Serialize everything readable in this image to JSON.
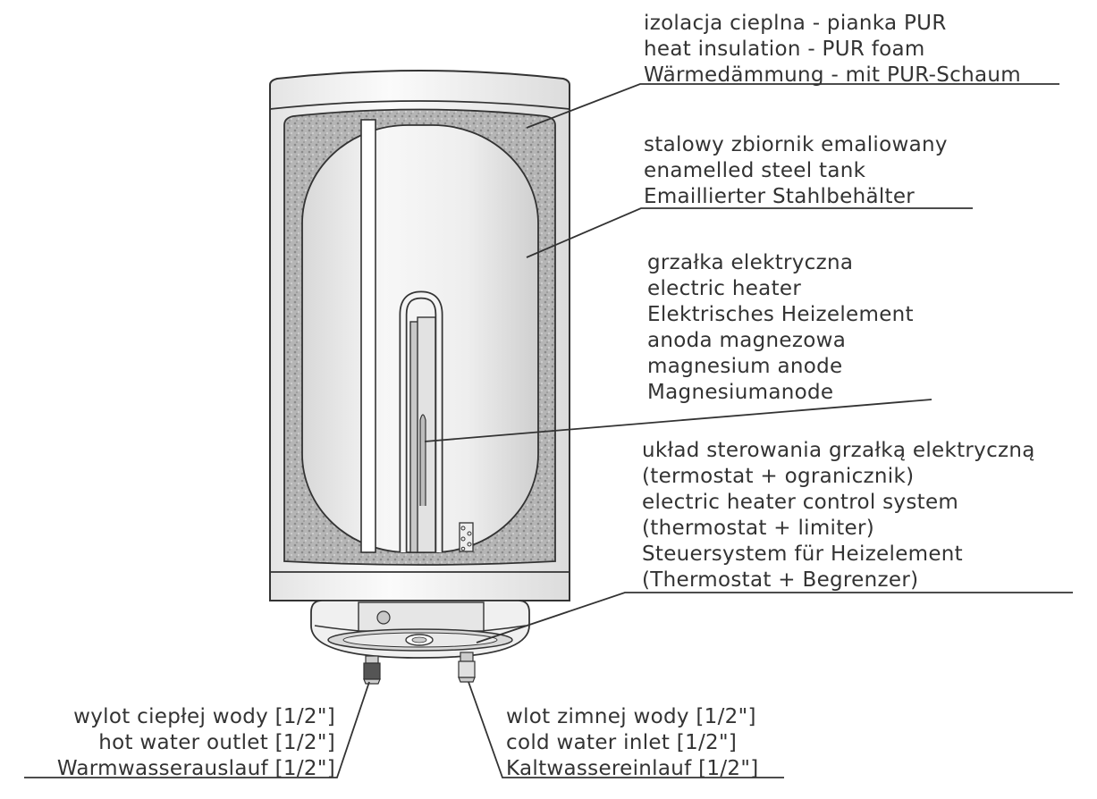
{
  "labels": {
    "insulation": [
      "izolacja cieplna - pianka PUR",
      "heat insulation - PUR foam",
      "Wärmedämmung - mit PUR-Schaum"
    ],
    "tank": [
      "stalowy zbiornik emaliowany",
      "enamelled steel tank",
      "Emaillierter Stahlbehälter"
    ],
    "heater": [
      "grzałka elektryczna",
      "electric heater",
      "Elektrisches Heizelement",
      "anoda magnezowa",
      "magnesium anode",
      "Magnesiumanode"
    ],
    "control": [
      "układ sterowania grzałką elektryczną",
      "(termostat + ogranicznik)",
      "electric heater control system",
      "(thermostat + limiter)",
      "Steuersystem für Heizelement",
      "(Thermostat + Begrenzer)"
    ],
    "hot_outlet": [
      "wylot ciepłej wody [1/2\"]",
      "hot water outlet [1/2\"]",
      "Warmwasserauslauf [1/2\"]"
    ],
    "cold_inlet": [
      "wlot zimnej wody [1/2\"]",
      "cold water inlet [1/2\"]",
      "Kaltwassereinlauf [1/2\"]"
    ]
  },
  "colors": {
    "outline": "#333333",
    "foam": "#9a9a9a",
    "tank": "#f2f2f2",
    "casing": "#fafafa"
  }
}
